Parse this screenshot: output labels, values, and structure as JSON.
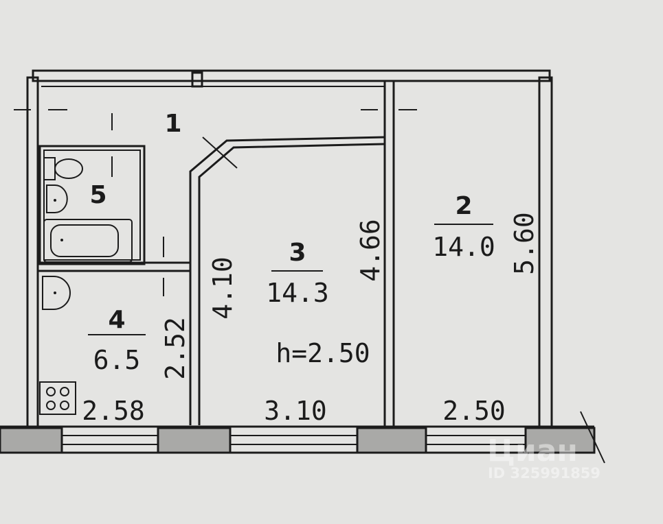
{
  "rooms": [
    {
      "number": "1"
    },
    {
      "number": "2",
      "area": "14.0",
      "length": "5.60",
      "width": "2.50"
    },
    {
      "number": "3",
      "area": "14.3",
      "length": "4.66",
      "side": "4.10",
      "width": "3.10"
    },
    {
      "number": "4",
      "area": "6.5",
      "length": "2.52",
      "width": "2.58"
    },
    {
      "number": "5"
    }
  ],
  "ceiling_height": "h=2.50",
  "watermark": {
    "brand": "Циан",
    "id": "ID 325991859"
  }
}
